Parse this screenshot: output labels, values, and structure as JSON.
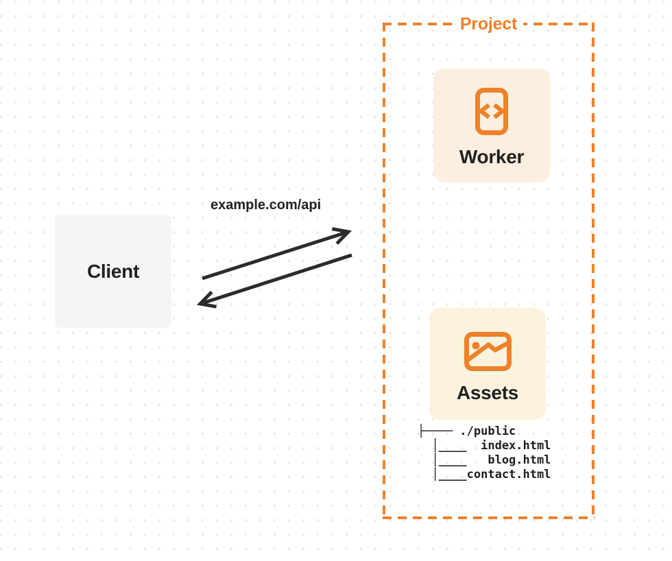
{
  "colors": {
    "orange": "#EE8129",
    "ink": "#2B2B2B",
    "text_dark": "#1F1F1F",
    "worker_card_bg": "#FCEFDF",
    "assets_card_bg": "#FBF3DE",
    "client_box_bg": "#F5F5F6",
    "dot": "#E4E4E7",
    "page_bg": "#FFFFFF",
    "label_bg": "#FFFFFF"
  },
  "diagram": {
    "client": {
      "label": "Client"
    },
    "request_label": "example.com/api",
    "project": {
      "label": "Project",
      "nodes": [
        {
          "label": "Worker",
          "icon": "code-file-icon"
        },
        {
          "label": "Assets",
          "icon": "image-icon"
        }
      ],
      "file_tree": {
        "root": "./public",
        "files": [
          "index.html",
          "blog.html",
          "contact.html"
        ],
        "text": "├──── ./public\n  │____  index.html\n  │____   blog.html\n  │____contact.html"
      }
    }
  }
}
